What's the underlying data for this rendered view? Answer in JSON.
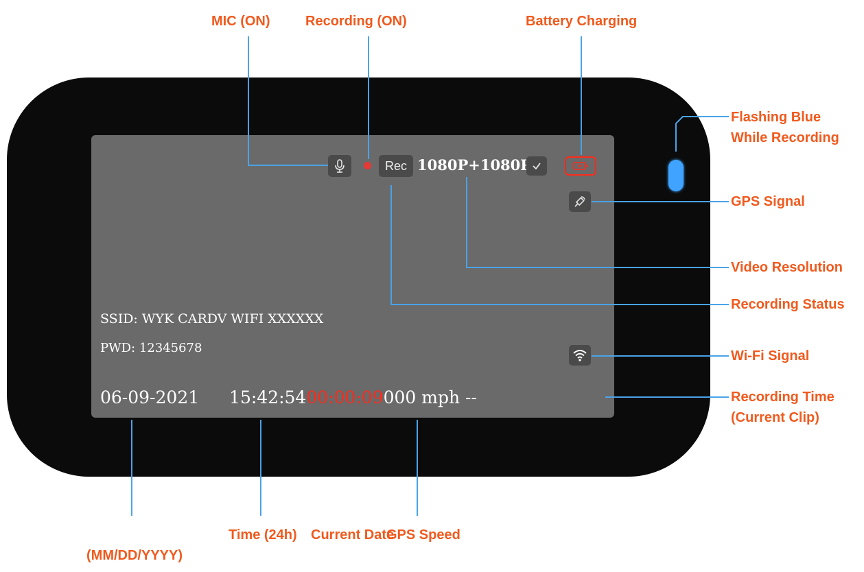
{
  "labels": {
    "mic": "MIC (ON)",
    "recording_on": "Recording (ON)",
    "battery": "Battery Charging",
    "flashing_1": "Flashing Blue",
    "flashing_2": "While Recording",
    "gps_signal": "GPS Signal",
    "video_resolution": "Video Resolution",
    "recording_status": "Recording Status",
    "wifi_signal": "Wi-Fi Signal",
    "recording_time_1": "Recording Time",
    "recording_time_2": "(Current Clip)",
    "time_24h": "Time (24h)",
    "current_date": "Current Date",
    "date_format": "(MM/DD/YYYY)",
    "gps_speed": "GPS Speed"
  },
  "osd": {
    "rec_label": "Rec",
    "resolution": "1080P+1080P",
    "ssid": "SSID: WYK CARDV WIFI XXXXXX",
    "pwd": "PWD: 12345678",
    "date": "06-09-2021",
    "time": "15:42:54",
    "clip_time": "00:00:09",
    "speed": "000 mph --"
  },
  "colors": {
    "annotation": "#f05a1e",
    "leader_line": "#4aa3e8",
    "led": "#3fa3ff",
    "screen": "#6a6a6a",
    "device": "#0b0b0b",
    "clip_time": "#ff2a1a"
  },
  "icons": [
    "mic-icon",
    "record-dot-icon",
    "check-icon",
    "battery-charging-icon",
    "gps-satellite-icon",
    "wifi-icon"
  ]
}
